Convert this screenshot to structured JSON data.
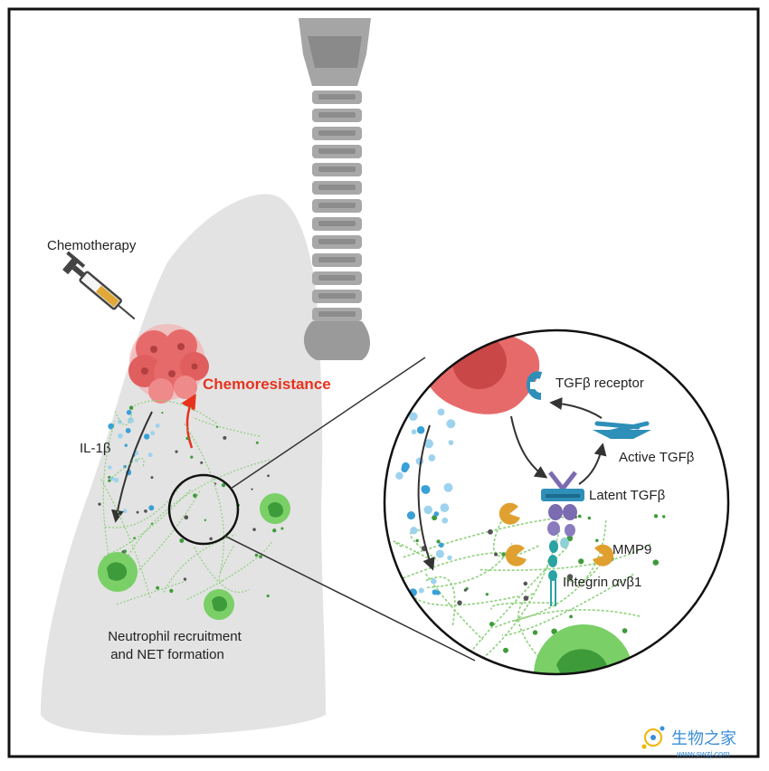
{
  "labels": {
    "chemotherapy": "Chemotherapy",
    "chemoresistance": "Chemoresistance",
    "il1b": "IL-1β",
    "neutrophil_line1": "Neutrophil recruitment",
    "neutrophil_line2": "and NET formation",
    "tgfb_receptor": "TGFβ receptor",
    "active_tgfb": "Active TGFβ",
    "latent_tgfb": "Latent TGFβ",
    "mmp9": "MMP9",
    "integrin": "Integrin αvβ1"
  },
  "watermark": {
    "title": "生物之家",
    "url": "www.swzj.com"
  },
  "colors": {
    "accent_red": "#e8321e",
    "tumor": "#e76a6a",
    "lung": "#e3e3e3",
    "trachea": "#9e9e9e",
    "neutrophil": "#7ad067",
    "net_fiber": "#8ed07c",
    "il1b_dots": "#3aa0d8",
    "receptor": "#2e8fb8",
    "integrin": "#7b6bb0",
    "mmp9": "#e0a030"
  }
}
